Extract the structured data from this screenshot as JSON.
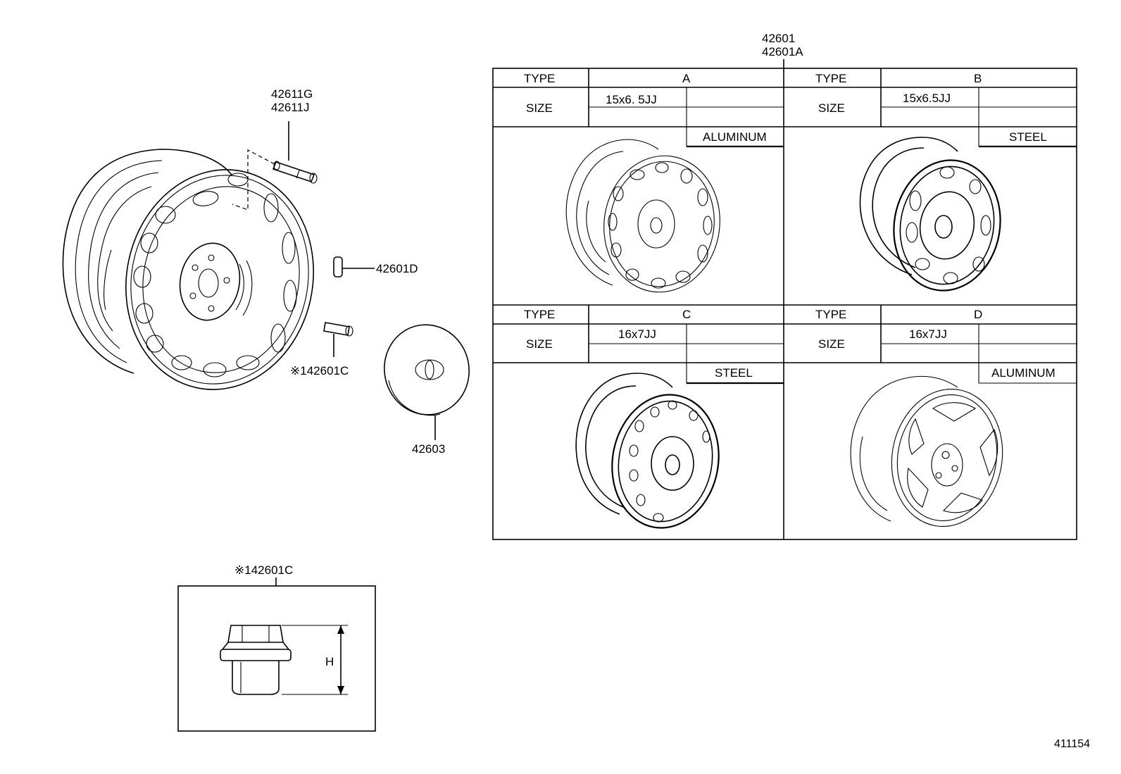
{
  "callouts": {
    "valve_stem": [
      "42611G",
      "42611J"
    ],
    "valve_cap": "42601D",
    "hub_nut": "※142601C",
    "center_cap": "42603",
    "wheel_assy": [
      "42601",
      "42601A"
    ],
    "detail_nut": "※142601C",
    "detail_dim": "H",
    "diagram_id": "411154"
  },
  "table": {
    "type_label": "TYPE",
    "size_label": "SIZE",
    "cells": [
      {
        "type": "A",
        "size": "15x6. 5JJ",
        "material": "ALUMINUM"
      },
      {
        "type": "B",
        "size": "15x6.5JJ",
        "material": "STEEL"
      },
      {
        "type": "C",
        "size": "16x7JJ",
        "material": "STEEL"
      },
      {
        "type": "D",
        "size": "16x7JJ",
        "material": "ALUMINUM"
      }
    ]
  }
}
